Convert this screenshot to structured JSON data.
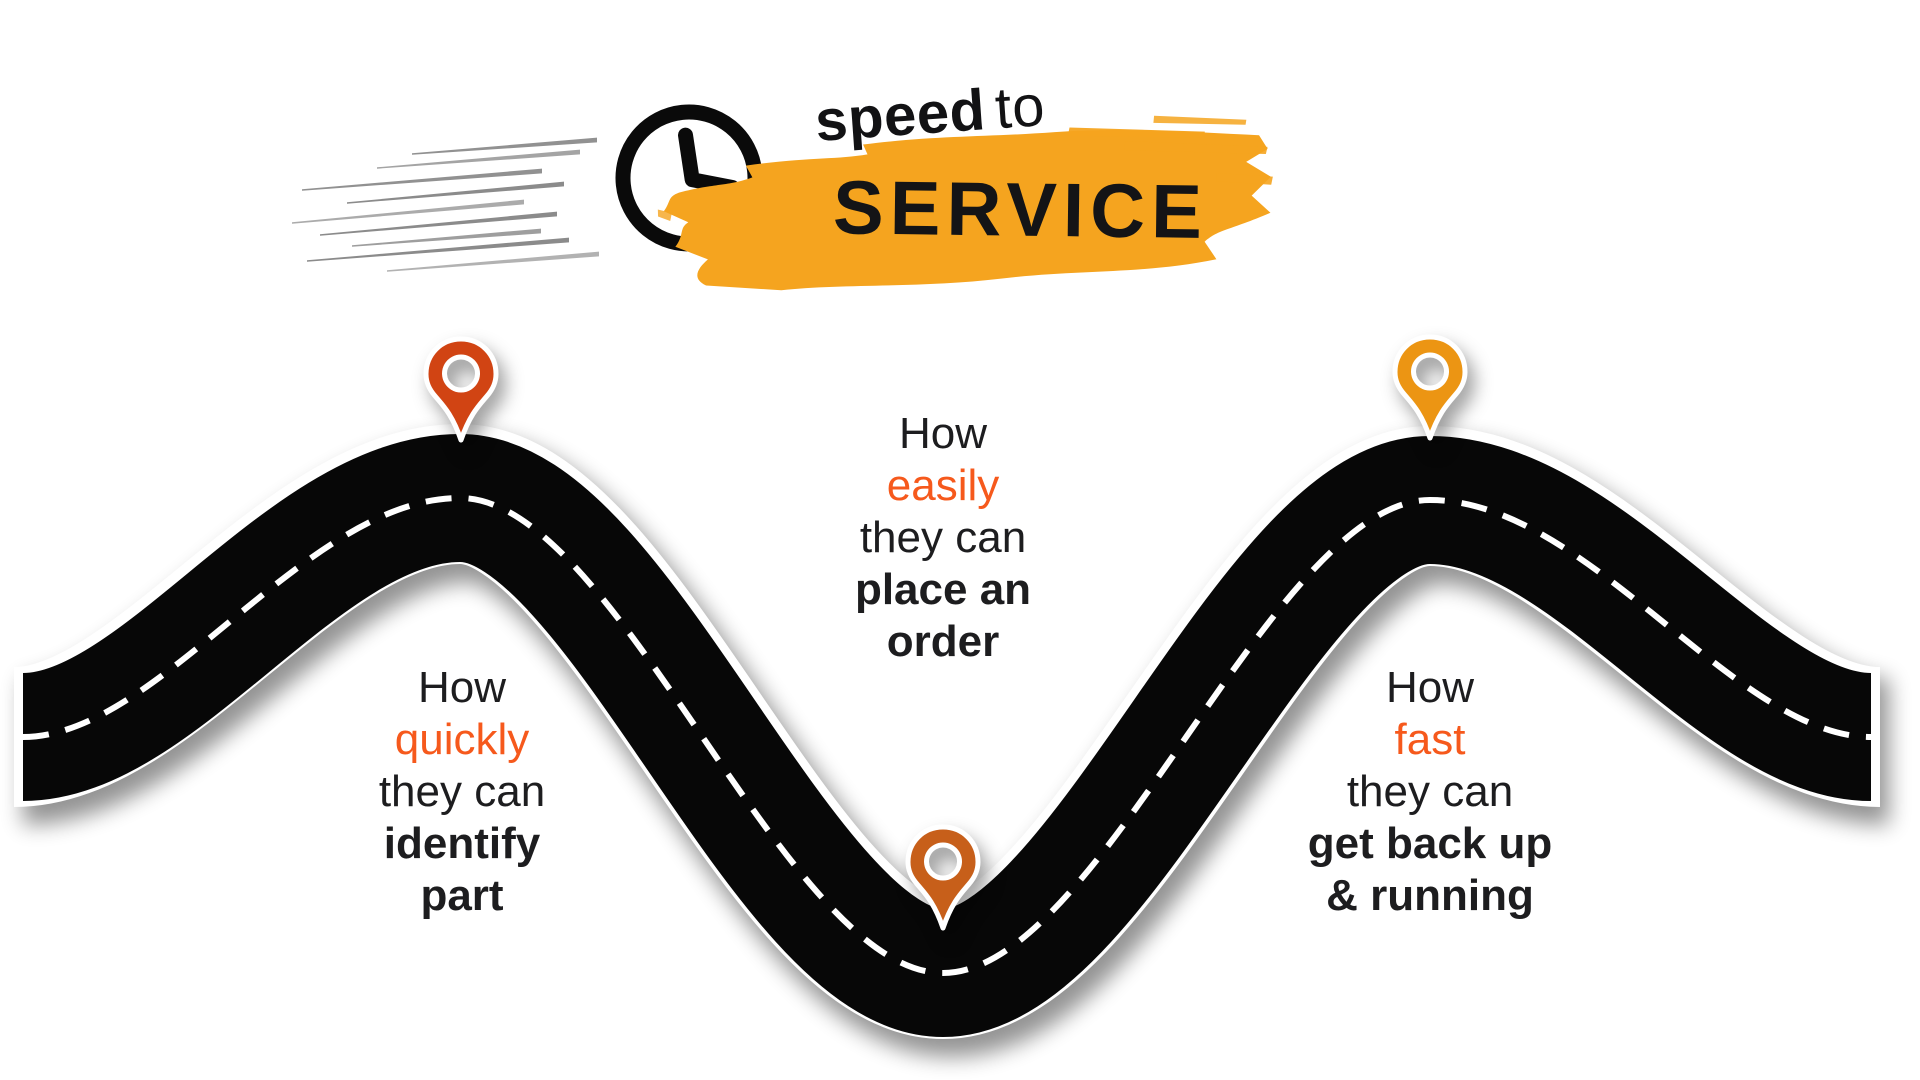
{
  "logo": {
    "tagline_bold": "speed",
    "tagline_rest": "to",
    "brand_word": "SERVICE",
    "clock_icon": "clock-icon",
    "speed_lines_icon": "speed-lines-icon",
    "highlight_shape": "paint-brush-stroke"
  },
  "colors": {
    "brush": "#F5A41F",
    "accent_text": "#F6591C",
    "text": "#1D1D1F",
    "road": "#070707",
    "road_casing": "#FFFFFF",
    "pin_left": "#D14413",
    "pin_middle": "#C75F1A",
    "pin_right": "#EC9513",
    "speed_lines": "#7E7E7E"
  },
  "milestones": [
    {
      "pin_icon": "map-pin-icon",
      "pin_color_key": "pin_left",
      "position": "left-crest",
      "lines": [
        {
          "text": "How"
        },
        {
          "text": "quickly",
          "style": "accent"
        },
        {
          "text": "they can"
        },
        {
          "text": "identify",
          "style": "bold"
        },
        {
          "text": "part",
          "style": "bold"
        }
      ]
    },
    {
      "pin_icon": "map-pin-icon",
      "pin_color_key": "pin_middle",
      "position": "center-valley",
      "lines": [
        {
          "text": "How"
        },
        {
          "text": "easily",
          "style": "accent"
        },
        {
          "text": "they can"
        },
        {
          "text": "place an",
          "style": "bold"
        },
        {
          "text": "order",
          "style": "bold"
        }
      ]
    },
    {
      "pin_icon": "map-pin-icon",
      "pin_color_key": "pin_right",
      "position": "right-crest",
      "lines": [
        {
          "text": "How"
        },
        {
          "text": "fast",
          "style": "accent"
        },
        {
          "text": "they can"
        },
        {
          "text": "get back up",
          "style": "bold"
        },
        {
          "text": "& running",
          "style": "bold"
        }
      ]
    }
  ]
}
